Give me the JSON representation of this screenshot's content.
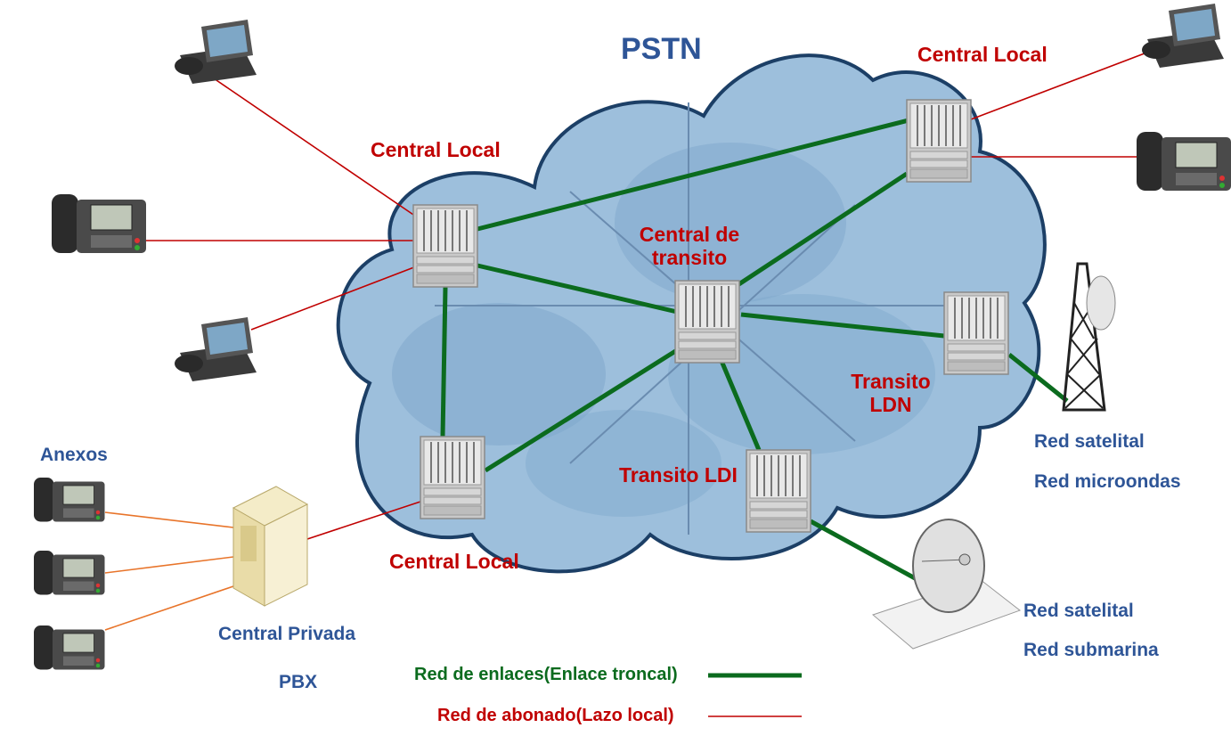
{
  "title": "PSTN",
  "nodes": {
    "local_top_left": "Central Local",
    "local_top_right": "Central Local",
    "local_bottom": "Central Local",
    "transit": [
      "Central de",
      "transito"
    ],
    "transit_ldn": [
      "Transito",
      "LDN"
    ],
    "transit_ldi": "Transito LDI"
  },
  "left_side": {
    "annexes": "Anexos",
    "pbx_name": "Central Privada",
    "pbx_abbr": "PBX"
  },
  "right_side": {
    "tower_net_1": "Red satelital",
    "tower_net_2": "Red microondas",
    "dish_net_1": "Red satelital",
    "dish_net_2": "Red submarina"
  },
  "legend": {
    "trunk": "Red de enlaces(Enlace troncal)",
    "subscriber": "Red de abonado(Lazo local)"
  },
  "colors": {
    "trunk": "#0b6b1e",
    "subscriber": "#c00000",
    "extension": "#e8742a",
    "cloud": "#9dbfdc",
    "red_text": "#c00000",
    "blue_text": "#2e5597"
  }
}
